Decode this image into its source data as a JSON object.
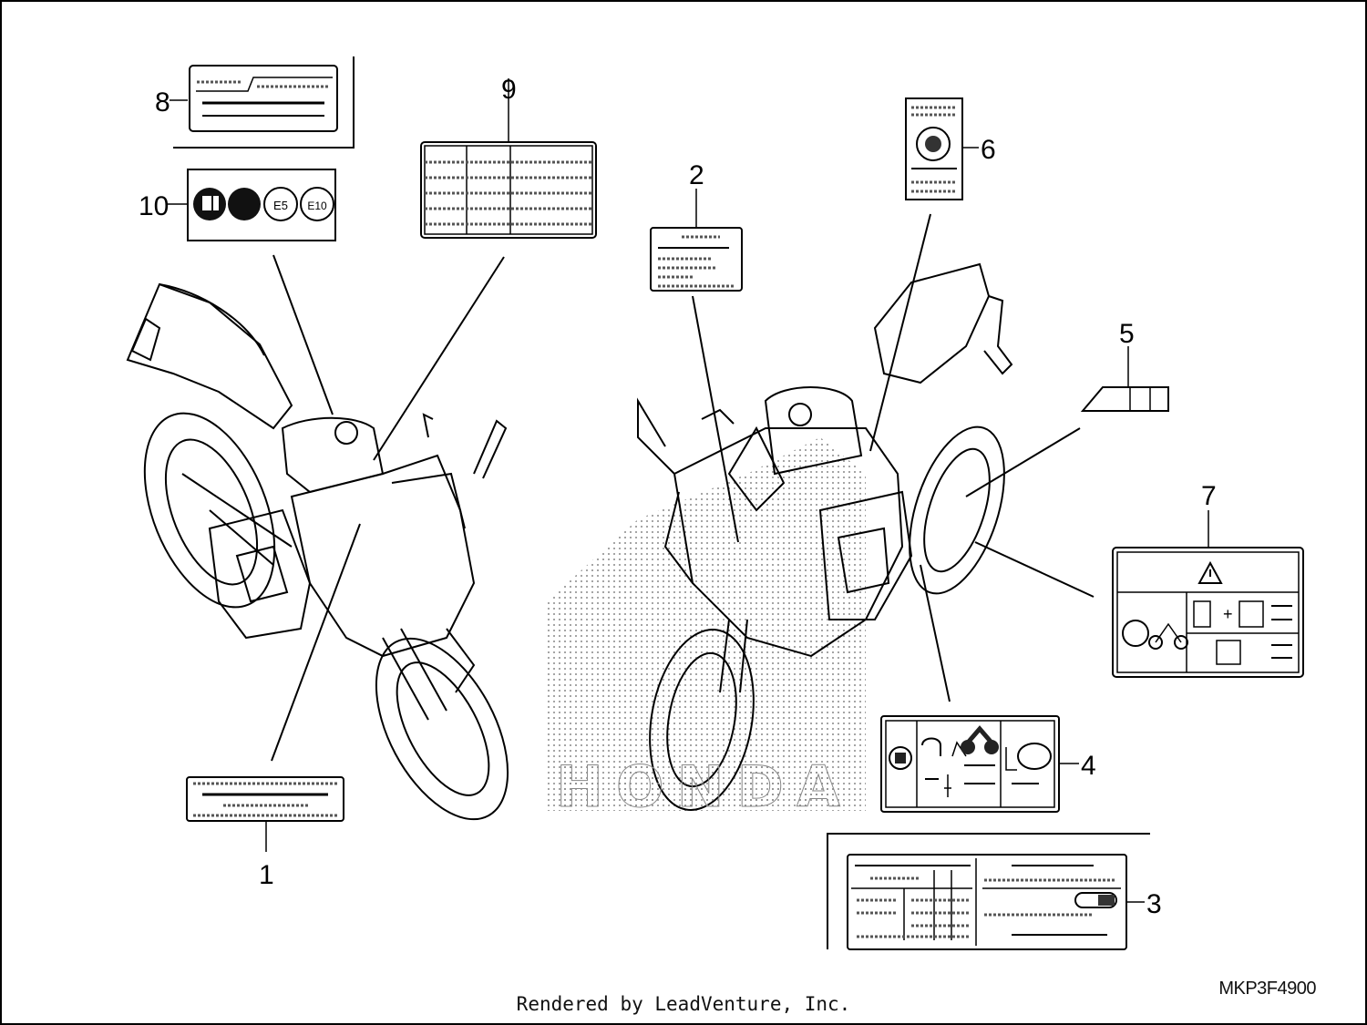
{
  "diagram": {
    "callouts": {
      "label_1": "1",
      "label_2": "2",
      "label_3": "3",
      "label_4": "4",
      "label_5": "5",
      "label_6": "6",
      "label_7": "7",
      "label_8": "8",
      "label_9": "9",
      "label_10": "10"
    },
    "label_10_icons": [
      "",
      "",
      "E5",
      "E10"
    ],
    "diagram_code": "MKP3F4900"
  },
  "footer": {
    "text": "Rendered by LeadVenture, Inc."
  },
  "colors": {
    "ink": "#000000",
    "background": "#ffffff"
  }
}
